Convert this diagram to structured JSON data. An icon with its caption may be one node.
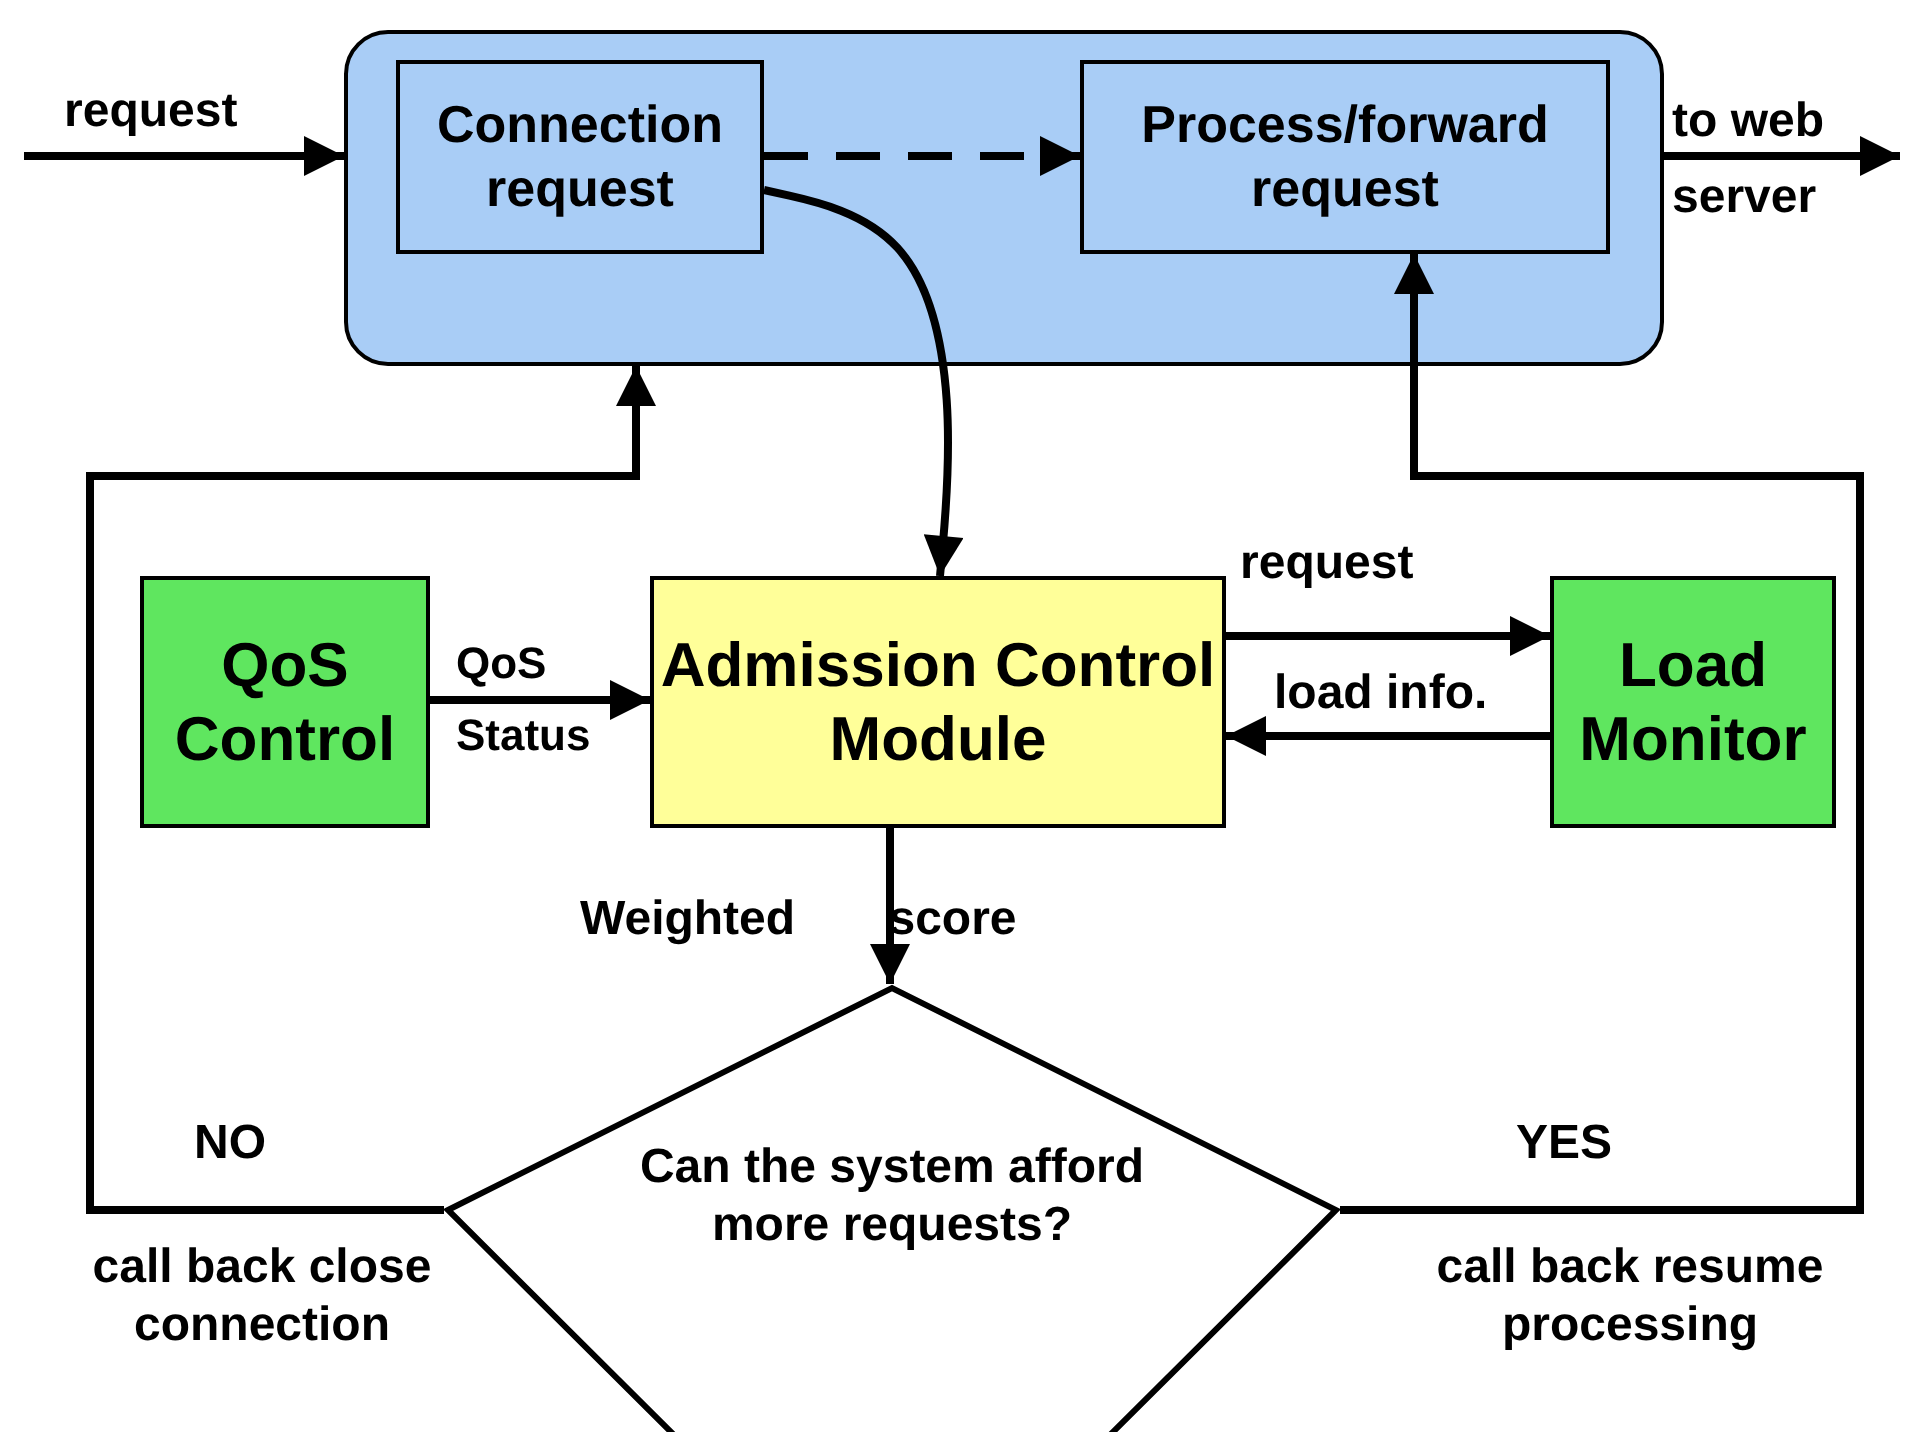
{
  "diagram": {
    "nodes": [
      {
        "text": [],
        "shape": "box"
      },
      {
        "text": [
          "Connection request"
        ],
        "in": 0
      },
      {
        "text": [
          "Process/forward request"
        ],
        "in": 0
      },
      {
        "text": [
          "QoS Control"
        ]
      },
      {
        "text": [
          "Admission Control Module"
        ]
      },
      {
        "text": [
          "Load Monitor"
        ]
      },
      {
        "text": [
          "Can the system afford more requests?"
        ]
      }
    ],
    "edges": [
      {
        "from": null,
        "to": 0,
        "arrow": "to",
        "label": "request"
      },
      {
        "from": 1,
        "to": 2,
        "arrow": "to",
        "style": "dashed"
      },
      {
        "from": 0,
        "to": null,
        "arrow": "to",
        "label": "to web server"
      },
      {
        "from": 1,
        "to": 4,
        "arrow": "to"
      },
      {
        "from": 3,
        "to": 4,
        "arrow": "to",
        "label": "QoS Status"
      },
      {
        "from": 4,
        "to": 5,
        "arrow": "to",
        "label": "request"
      },
      {
        "from": 5,
        "to": 4,
        "arrow": "to",
        "label": "load info."
      },
      {
        "from": 4,
        "to": 6,
        "arrow": "to",
        "label": "Weighted score"
      },
      {
        "from": 6,
        "to": 0,
        "arrow": "to",
        "label": "NO"
      },
      {
        "from": 6,
        "to": 2,
        "arrow": "to",
        "label": "YES"
      }
    ],
    "labels": [
      "call back close connection",
      "call back resume processing"
    ]
  }
}
